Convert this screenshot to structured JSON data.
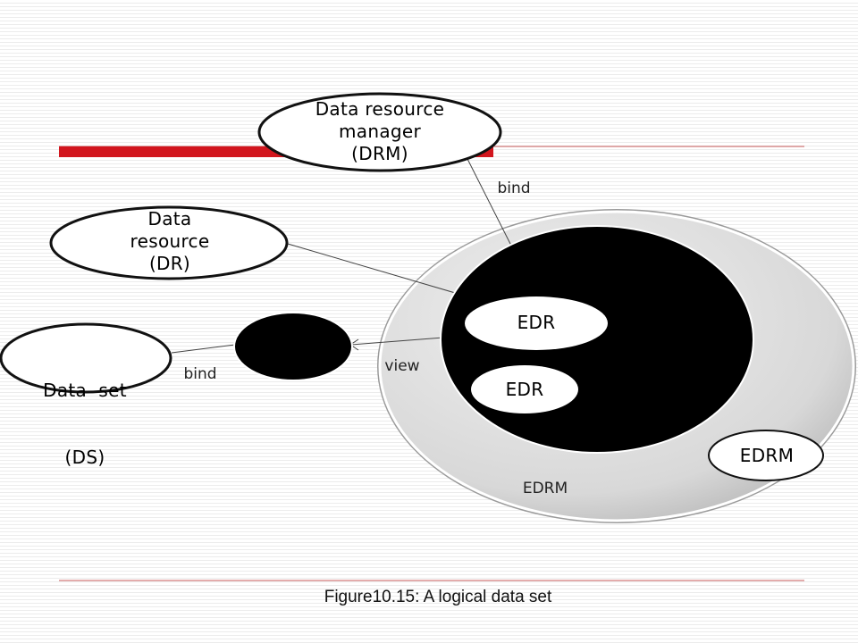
{
  "diagram": {
    "nodes": {
      "drm": [
        "Data resource",
        "manager",
        "(DRM)"
      ],
      "dr": [
        "Data",
        "resource",
        "(DR)"
      ],
      "ds": [
        "Data  set",
        "(DS)"
      ],
      "edr_upper": "EDR",
      "edr_lower": "EDR",
      "edrm_badge": "EDRM",
      "edrm_outer": "EDRM"
    },
    "edges": {
      "drm_bind": "bind",
      "ds_bind": "bind",
      "view": "view"
    },
    "caption": "Figure10.15: A logical data set",
    "colors": {
      "accent_bar": "#d2161e",
      "outer_fill": "#dcdcdc",
      "inner_fill": "#000000"
    }
  }
}
